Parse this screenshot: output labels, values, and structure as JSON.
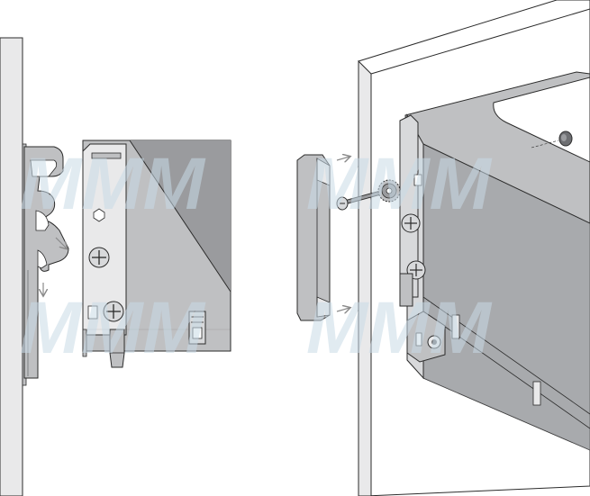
{
  "figure": {
    "watermark_text": "MMM",
    "colors": {
      "background": "#ffffff",
      "panel_light": "#e9e9ea",
      "panel_mid": "#bfc0c2",
      "panel_dark": "#9a9b9e",
      "metal": "#a9aaad",
      "metal_dark": "#6e6f72",
      "outline": "#2b2b2b",
      "arrow": "#8a8a8a",
      "watermark": "#c9dbe7"
    },
    "parts": {
      "left_assembly": [
        "wall-panel",
        "hook-bracket",
        "drawer-back-panel",
        "adjustment-screw",
        "locking-clip"
      ],
      "right_assembly": [
        "end-cap",
        "fixing-screw",
        "serrated-washer",
        "drawer-side",
        "mounting-bracket",
        "cabinet-side-panel",
        "dowel-nut"
      ]
    }
  }
}
